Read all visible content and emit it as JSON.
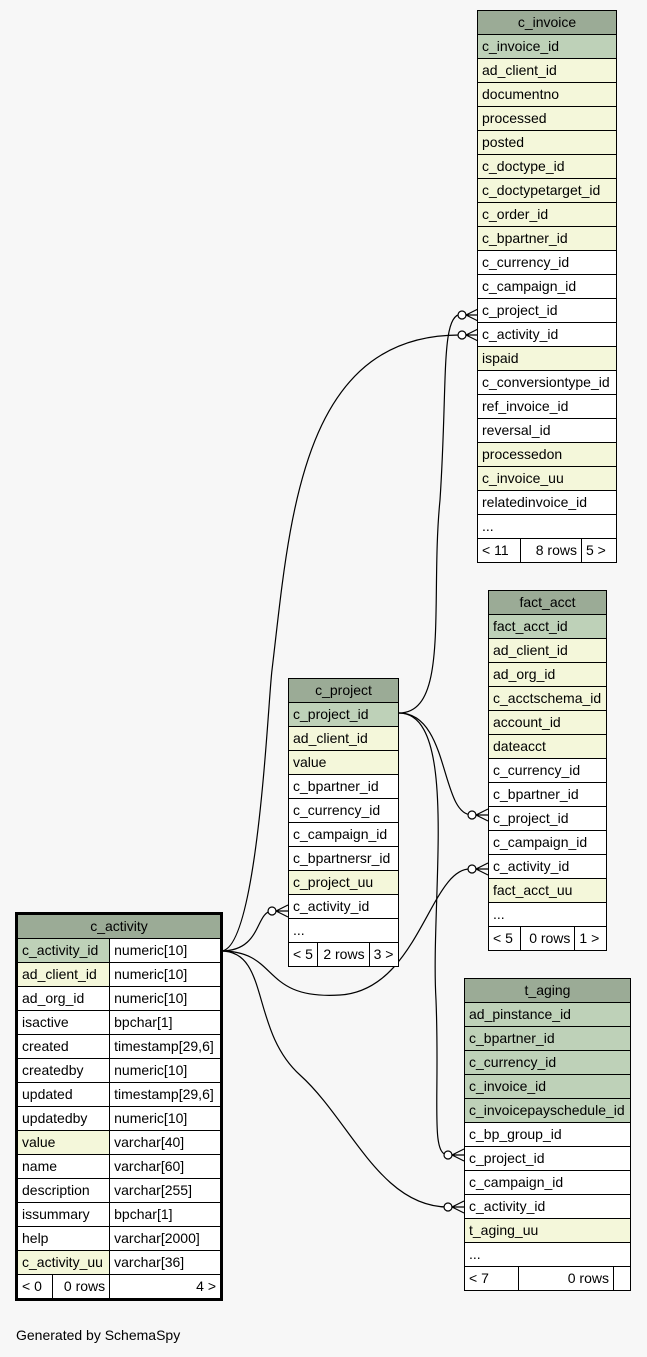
{
  "tables": {
    "c_invoice": {
      "title": "c_invoice",
      "columns": [
        {
          "name": "c_invoice_id",
          "kind": "pk"
        },
        {
          "name": "ad_client_id",
          "kind": "ix"
        },
        {
          "name": "documentno",
          "kind": "ix"
        },
        {
          "name": "processed",
          "kind": "ix"
        },
        {
          "name": "posted",
          "kind": "ix"
        },
        {
          "name": "c_doctype_id",
          "kind": "ix"
        },
        {
          "name": "c_doctypetarget_id",
          "kind": "ix"
        },
        {
          "name": "c_order_id",
          "kind": "ix"
        },
        {
          "name": "c_bpartner_id",
          "kind": "ix"
        },
        {
          "name": "c_currency_id",
          "kind": "plain"
        },
        {
          "name": "c_campaign_id",
          "kind": "plain"
        },
        {
          "name": "c_project_id",
          "kind": "plain"
        },
        {
          "name": "c_activity_id",
          "kind": "plain"
        },
        {
          "name": "ispaid",
          "kind": "ix"
        },
        {
          "name": "c_conversiontype_id",
          "kind": "plain"
        },
        {
          "name": "ref_invoice_id",
          "kind": "plain"
        },
        {
          "name": "reversal_id",
          "kind": "plain"
        },
        {
          "name": "processedon",
          "kind": "ix"
        },
        {
          "name": "c_invoice_uu",
          "kind": "ix"
        },
        {
          "name": "relatedinvoice_id",
          "kind": "plain"
        },
        {
          "name": "...",
          "kind": "plain"
        }
      ],
      "footer": {
        "parents": "< 11",
        "rows": "8 rows",
        "children": "5 >"
      }
    },
    "fact_acct": {
      "title": "fact_acct",
      "columns": [
        {
          "name": "fact_acct_id",
          "kind": "pk"
        },
        {
          "name": "ad_client_id",
          "kind": "ix"
        },
        {
          "name": "ad_org_id",
          "kind": "ix"
        },
        {
          "name": "c_acctschema_id",
          "kind": "ix"
        },
        {
          "name": "account_id",
          "kind": "ix"
        },
        {
          "name": "dateacct",
          "kind": "ix"
        },
        {
          "name": "c_currency_id",
          "kind": "plain"
        },
        {
          "name": "c_bpartner_id",
          "kind": "plain"
        },
        {
          "name": "c_project_id",
          "kind": "plain"
        },
        {
          "name": "c_campaign_id",
          "kind": "plain"
        },
        {
          "name": "c_activity_id",
          "kind": "plain"
        },
        {
          "name": "fact_acct_uu",
          "kind": "ix"
        },
        {
          "name": "...",
          "kind": "plain"
        }
      ],
      "footer": {
        "parents": "< 5",
        "rows": "0 rows",
        "children": "1 >"
      }
    },
    "c_project": {
      "title": "c_project",
      "columns": [
        {
          "name": "c_project_id",
          "kind": "pk"
        },
        {
          "name": "ad_client_id",
          "kind": "ix"
        },
        {
          "name": "value",
          "kind": "ix"
        },
        {
          "name": "c_bpartner_id",
          "kind": "plain"
        },
        {
          "name": "c_currency_id",
          "kind": "plain"
        },
        {
          "name": "c_campaign_id",
          "kind": "plain"
        },
        {
          "name": "c_bpartnersr_id",
          "kind": "plain"
        },
        {
          "name": "c_project_uu",
          "kind": "ix"
        },
        {
          "name": "c_activity_id",
          "kind": "plain"
        },
        {
          "name": "...",
          "kind": "plain"
        }
      ],
      "footer": {
        "parents": "< 5",
        "rows": "2 rows",
        "children": "3 >"
      }
    },
    "t_aging": {
      "title": "t_aging",
      "columns": [
        {
          "name": "ad_pinstance_id",
          "kind": "pk"
        },
        {
          "name": "c_bpartner_id",
          "kind": "pk"
        },
        {
          "name": "c_currency_id",
          "kind": "pk"
        },
        {
          "name": "c_invoice_id",
          "kind": "pk"
        },
        {
          "name": "c_invoicepayschedule_id",
          "kind": "pk"
        },
        {
          "name": "c_bp_group_id",
          "kind": "plain"
        },
        {
          "name": "c_project_id",
          "kind": "plain"
        },
        {
          "name": "c_campaign_id",
          "kind": "plain"
        },
        {
          "name": "c_activity_id",
          "kind": "plain"
        },
        {
          "name": "t_aging_uu",
          "kind": "ix"
        },
        {
          "name": "...",
          "kind": "plain"
        }
      ],
      "footer": {
        "parents": "< 7",
        "rows": "0 rows",
        "children": ""
      }
    },
    "c_activity": {
      "title": "c_activity",
      "columns": [
        {
          "name": "c_activity_id",
          "type": "numeric[10]",
          "kind": "pk"
        },
        {
          "name": "ad_client_id",
          "type": "numeric[10]",
          "kind": "ix"
        },
        {
          "name": "ad_org_id",
          "type": "numeric[10]",
          "kind": "plain"
        },
        {
          "name": "isactive",
          "type": "bpchar[1]",
          "kind": "plain"
        },
        {
          "name": "created",
          "type": "timestamp[29,6]",
          "kind": "plain"
        },
        {
          "name": "createdby",
          "type": "numeric[10]",
          "kind": "plain"
        },
        {
          "name": "updated",
          "type": "timestamp[29,6]",
          "kind": "plain"
        },
        {
          "name": "updatedby",
          "type": "numeric[10]",
          "kind": "plain"
        },
        {
          "name": "value",
          "type": "varchar[40]",
          "kind": "ix"
        },
        {
          "name": "name",
          "type": "varchar[60]",
          "kind": "plain"
        },
        {
          "name": "description",
          "type": "varchar[255]",
          "kind": "plain"
        },
        {
          "name": "issummary",
          "type": "bpchar[1]",
          "kind": "plain"
        },
        {
          "name": "help",
          "type": "varchar[2000]",
          "kind": "plain"
        },
        {
          "name": "c_activity_uu",
          "type": "varchar[36]",
          "kind": "ix"
        }
      ],
      "footer": {
        "parents": "< 0",
        "rows": "0 rows",
        "children": "4 >"
      }
    }
  },
  "credit": "Generated by SchemaSpy",
  "colors": {
    "header": "#9bab96",
    "primary_key": "#bed1b8",
    "indexed": "#f4f7da",
    "background": "#f7f7f7"
  }
}
